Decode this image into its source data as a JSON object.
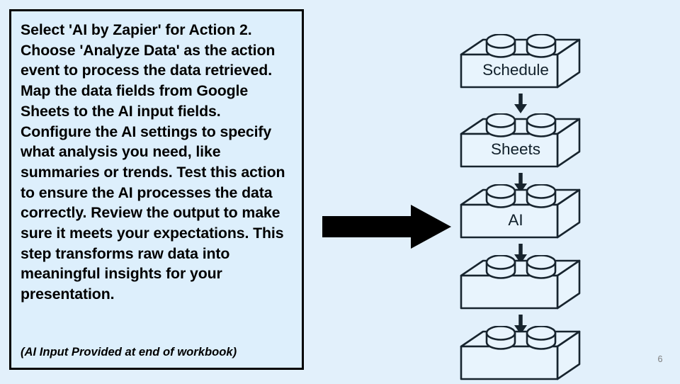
{
  "slide": {
    "background_color": "#e2f0fb",
    "page_number": "6"
  },
  "callout": {
    "body_text": "Select 'AI by Zapier' for Action 2. Choose 'Analyze Data' as the action event to process the data retrieved. Map the data fields from Google Sheets to the AI input fields. Configure the AI settings to specify what analysis you need, like summaries or trends. Test this action to ensure the AI processes the data correctly. Review the output to make sure it meets your expectations. This step transforms raw data into meaningful insights for your presentation.",
    "note_text": "(AI Input Provided at end of workbook)",
    "border_color": "#000000",
    "fill_color": "#ddeffc",
    "text_color": "#000000"
  },
  "arrow": {
    "name": "big-right-arrow",
    "color": "#000000",
    "direction": "right"
  },
  "brick_stack": {
    "outline_color": "#17242e",
    "fill_color": "#e8f4fd",
    "connector_arrow_color": "#17242e",
    "bricks": [
      {
        "label": "Schedule"
      },
      {
        "label": "Sheets"
      },
      {
        "label": "AI"
      },
      {
        "label": ""
      },
      {
        "label": ""
      }
    ]
  }
}
